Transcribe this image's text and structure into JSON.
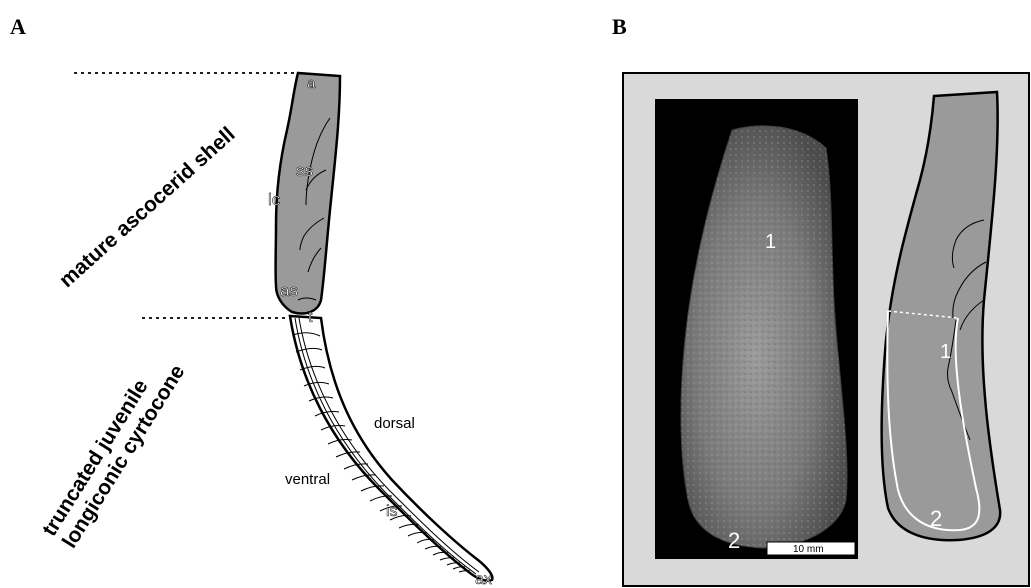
{
  "panels": {
    "a_letter": "A",
    "b_letter": "B"
  },
  "panel_a": {
    "mature_label": "mature ascocerid shell",
    "juvenile_line1": "truncated juvenile",
    "juvenile_line2": "longiconic cyrtocone",
    "labels": {
      "a": "a",
      "ss": "ss",
      "lc": "lc",
      "as": "as",
      "t": "t",
      "dorsal": "dorsal",
      "ventral": "ventral",
      "is": "is",
      "ax": "ax"
    }
  },
  "panel_b": {
    "photo_label_1": "1",
    "photo_label_2": "2",
    "scale_bar": "10 mm",
    "drawing_label_1": "1",
    "drawing_label_2": "2"
  },
  "colors": {
    "shell_fill": "#9a9a9a",
    "panel_b_bg": "#d9d9d9",
    "photo_bg": "#000000"
  }
}
